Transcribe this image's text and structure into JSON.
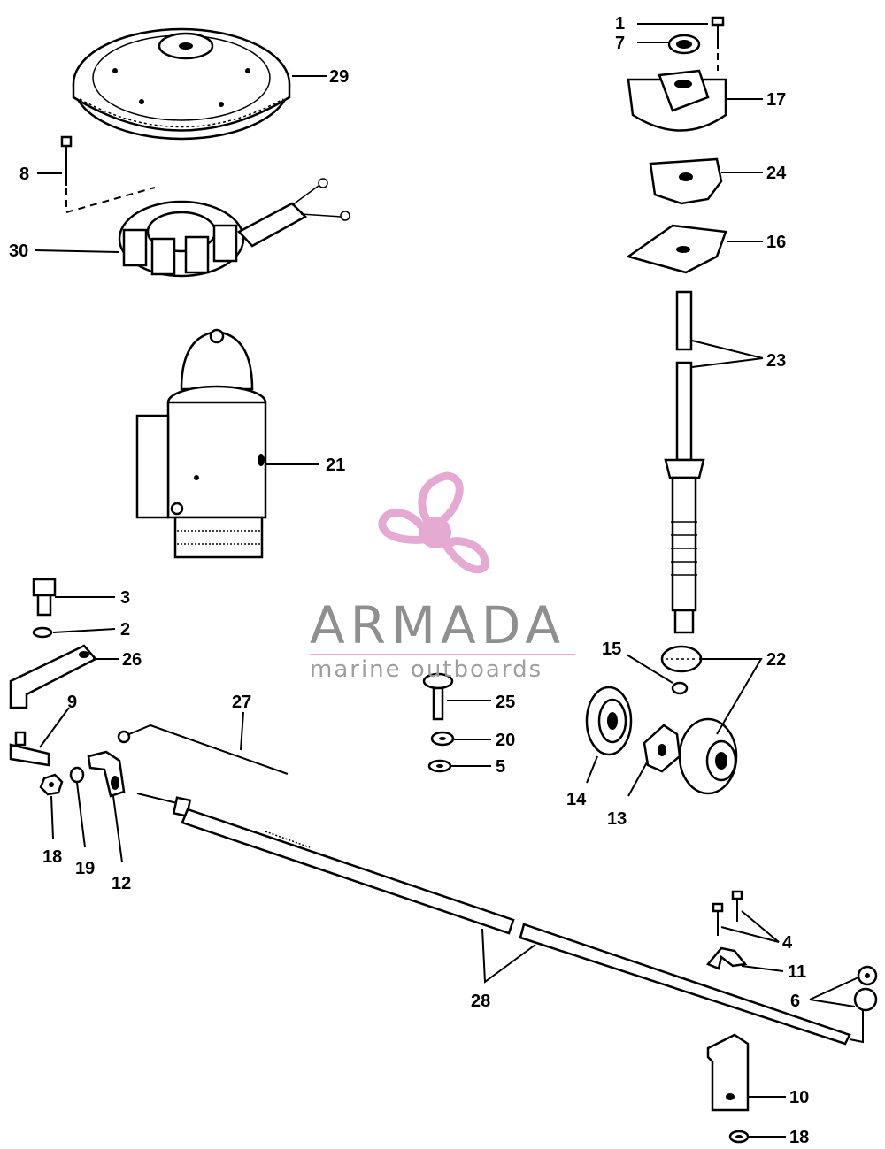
{
  "watermark": {
    "brand": "ARMADA",
    "tagline": "marine outboards",
    "colors": {
      "propeller": "#e3a6cf",
      "text": "#8a8a8a",
      "rule": "#e3a6cf"
    }
  },
  "callouts": {
    "c1": "1",
    "c7": "7",
    "c17": "17",
    "c24": "24",
    "c16": "16",
    "c23": "23",
    "c29": "29",
    "c8": "8",
    "c30": "30",
    "c21": "21",
    "c3": "3",
    "c2": "2",
    "c26": "26",
    "c9": "9",
    "c27": "27",
    "c25": "25",
    "c20": "20",
    "c5": "5",
    "c15": "15",
    "c22": "22",
    "c14": "14",
    "c13": "13",
    "c18a": "18",
    "c19": "19",
    "c12": "12",
    "c4": "4",
    "c11": "11",
    "c6": "6",
    "c28": "28",
    "c10": "10",
    "c18b": "18"
  }
}
